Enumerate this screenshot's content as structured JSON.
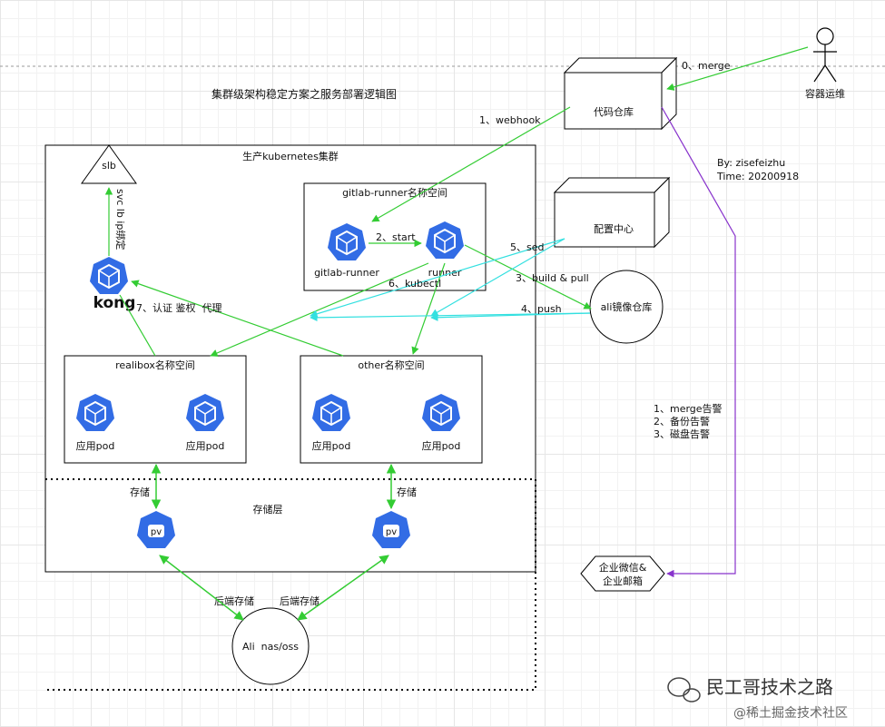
{
  "title": "集群级架构稳定方案之服务部署逻辑图",
  "cluster": {
    "label": "生产kubernetes集群"
  },
  "gitlab_ns": {
    "label": "gitlab-runner名称空间",
    "gitlab_runner": "gitlab-runner",
    "runner": "runner"
  },
  "realibox_ns": {
    "label": "realibox名称空间",
    "pod1": "应用pod",
    "pod2": "应用pod"
  },
  "other_ns": {
    "label": "other名称空间",
    "pod1": "应用pod",
    "pod2": "应用pod"
  },
  "storage": {
    "label": "存储层",
    "pv_left": "pv",
    "pv_right": "pv",
    "store_left": "存储",
    "store_right": "存储"
  },
  "slb": {
    "label": "slb"
  },
  "kong": {
    "label": "kong"
  },
  "svc_lb": "svc lb ip绑定",
  "nas": {
    "label": "Ali  nas/oss",
    "backend_left": "后端存储",
    "backend_right": "后端存储"
  },
  "repo": {
    "label": "代码仓库"
  },
  "config": {
    "label": "配置中心"
  },
  "registry": {
    "label": "ali镜像仓库"
  },
  "ops": {
    "label": "容器运维"
  },
  "notify": {
    "line1": "企业微信&",
    "line2": "企业邮箱"
  },
  "author": {
    "by": "By:  zisefeizhu",
    "time": "Time: 20200918"
  },
  "alerts": [
    "1、merge告警",
    "2、备份告警",
    "3、磁盘告警"
  ],
  "steps": {
    "merge": "0、merge",
    "webhook": "1、webhook",
    "start": "2、start",
    "build": "3、build & pull",
    "push": "4、push",
    "sed": "5、sed",
    "kubectl": "6、kubectl",
    "auth": "7、认证 鉴权  代理"
  },
  "watermark": {
    "brand": "民工哥技术之路",
    "sub": "@稀土掘金技术社区"
  },
  "colors": {
    "green": "#33cc33",
    "cyan": "#33e0e0",
    "purple": "#8833cc",
    "k8s_blue": "#326ce5"
  }
}
